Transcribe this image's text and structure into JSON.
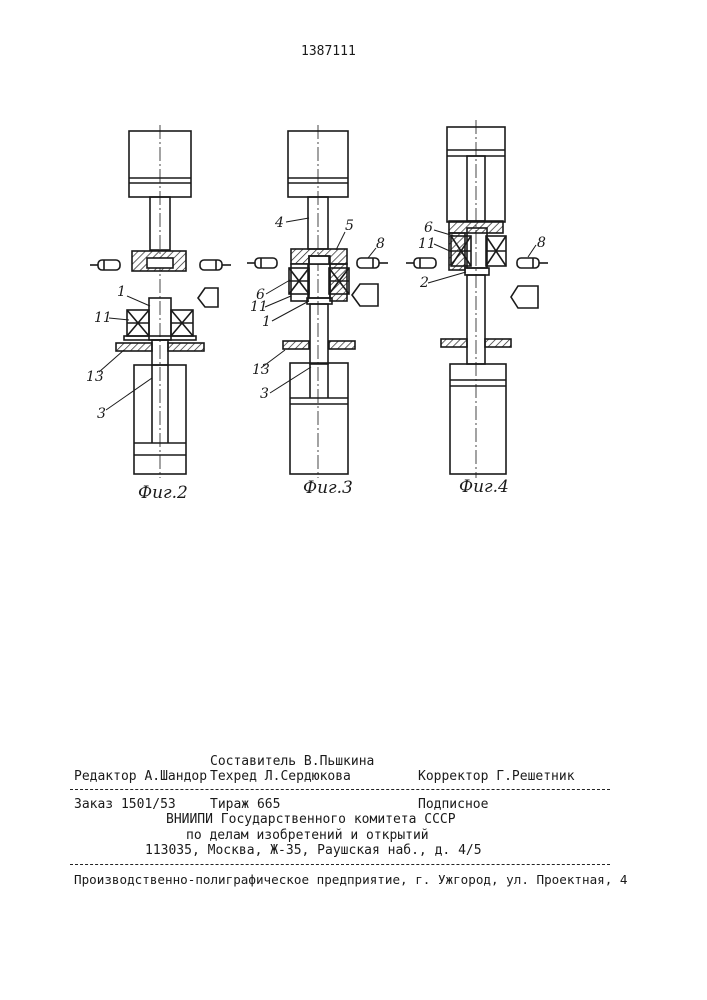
{
  "patent_number": "1387111",
  "figures": {
    "fig2": {
      "caption": "Фиг.2",
      "labels": [
        "1",
        "11",
        "13",
        "3"
      ]
    },
    "fig3": {
      "caption": "Фиг.3",
      "labels": [
        "4",
        "5",
        "8",
        "6",
        "11",
        "1",
        "13",
        "3"
      ]
    },
    "fig4": {
      "caption": "Фиг.4",
      "labels": [
        "6",
        "11",
        "8",
        "2"
      ]
    }
  },
  "colophon": {
    "compiler": "Составитель В.Пьшкина",
    "editor": "Редактор А.Шандор",
    "techred": "Техред Л.Сердюкова",
    "corrector": "Корректор Г.Решетник",
    "order": "Заказ 1501/53",
    "print_run": "Тираж 665",
    "subscription": "Подписное",
    "org_line1": "ВНИИПИ Государственного комитета СССР",
    "org_line2": "по делам изобретений и открытий",
    "address": "113035, Москва, Ж-35, Раушская наб., д. 4/5",
    "printer": "Производственно-полиграфическое предприятие, г. Ужгород, ул. Проектная, 4"
  }
}
